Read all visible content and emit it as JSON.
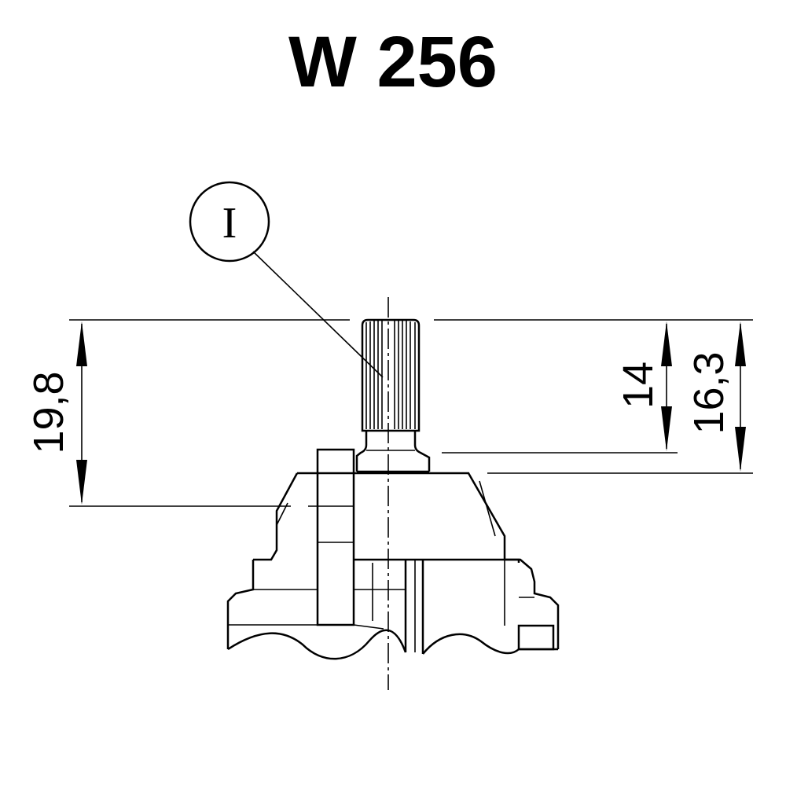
{
  "title": "W 256",
  "detail_marker": "I",
  "dimensions": {
    "overall_height": "19,8",
    "spline_length": "14",
    "shaft_height": "16,3"
  }
}
